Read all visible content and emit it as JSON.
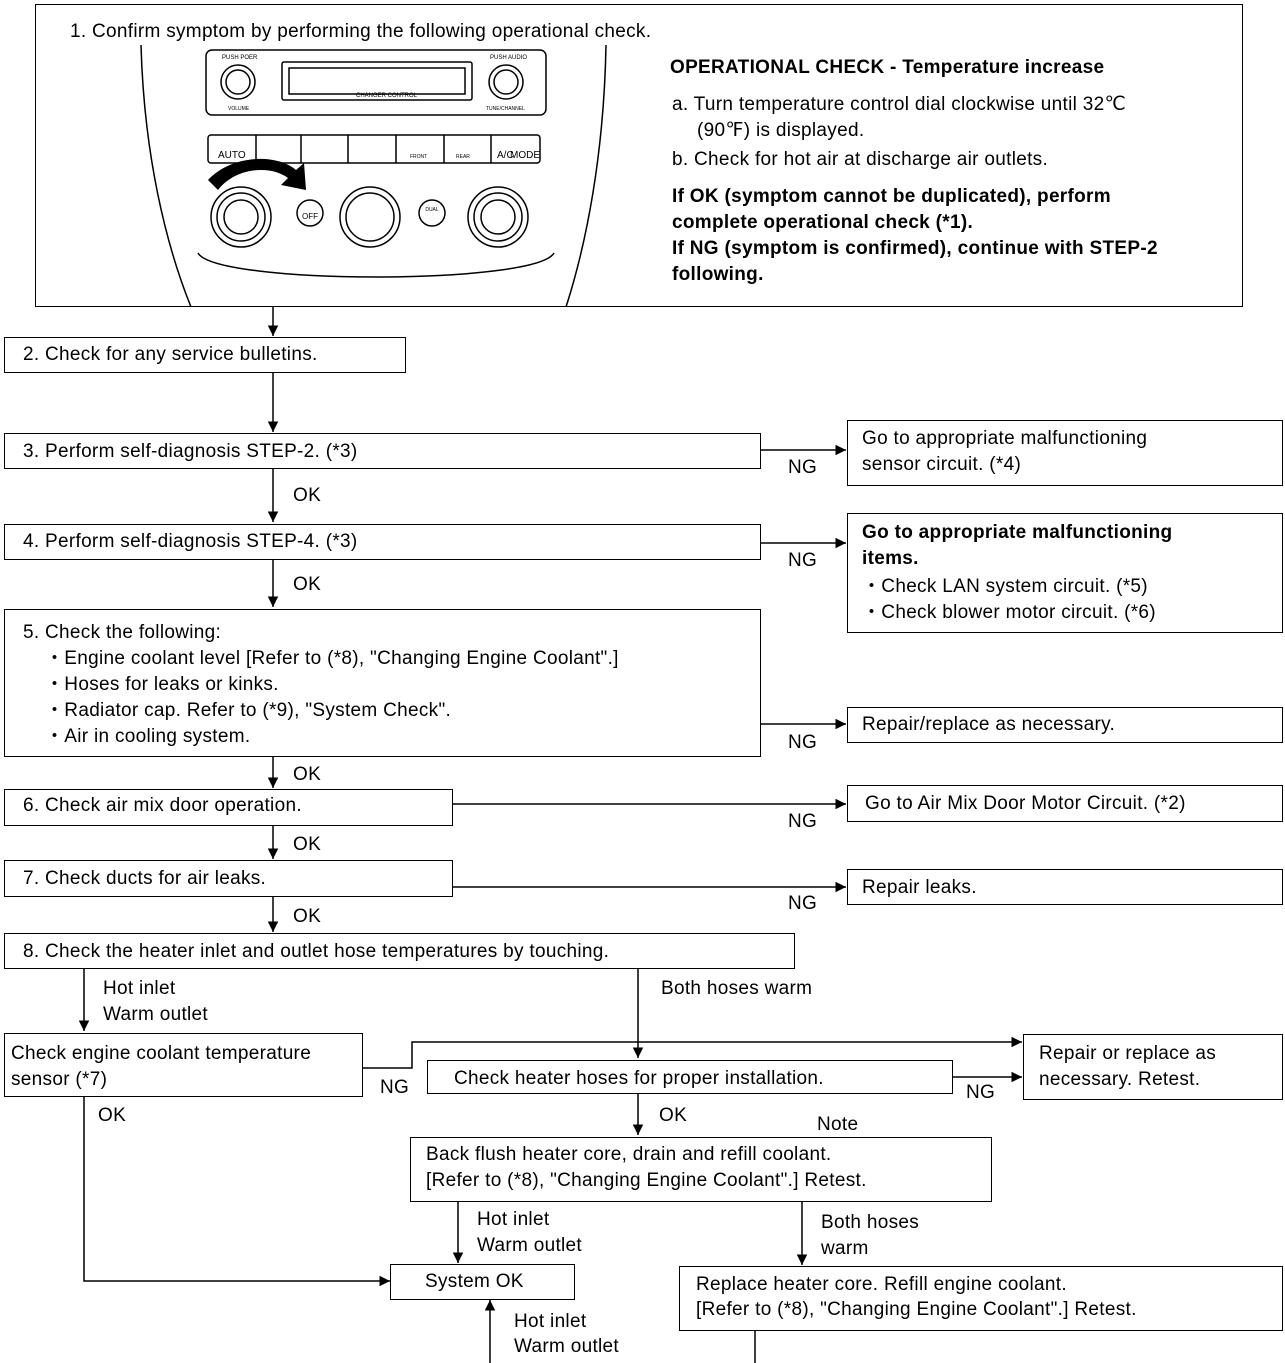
{
  "step1": {
    "title": "1. Confirm symptom by performing the following operational check.",
    "check_heading": "OPERATIONAL CHECK - Temperature increase",
    "check_a_line1": "a. Turn temperature control dial clockwise until 32℃",
    "check_a_line2": "(90℉) is displayed.",
    "check_b": "b. Check for hot air at discharge air outlets.",
    "ok_line1": "If OK (symptom cannot be duplicated), perform",
    "ok_line2": "complete operational check (*1).",
    "ng_line1": "If NG (symptom is confirmed), continue with STEP-2",
    "ng_line2": "following.",
    "panel": {
      "push_power": "PUSH POER",
      "volume": "VOLUME",
      "changer_control": "CHANGER CONTROL",
      "push_audio": "PUSH AUDIO",
      "tune_channel": "TUNE/CHANNEL",
      "btn_auto": "AUTO",
      "btn_front": "FRONT",
      "btn_rear": "REAR",
      "btn_ac": "A/C",
      "btn_mode": "MODE",
      "off": "OFF",
      "dual": "DUAL"
    }
  },
  "step2": "2. Check for any service bulletins.",
  "step3": "3. Perform self-diagnosis STEP-2. (*3)",
  "step3_ng_line1": "Go to appropriate malfunctioning",
  "step3_ng_line2": "sensor circuit. (*4)",
  "step4": "4. Perform self-diagnosis STEP-4. (*3)",
  "step4_ng_title1": "Go to appropriate malfunctioning",
  "step4_ng_title2": "items.",
  "step4_ng_item1": "・Check LAN system circuit. (*5)",
  "step4_ng_item2": "・Check blower motor circuit. (*6)",
  "step5_title": "5.  Check the following:",
  "step5_items": [
    "・Engine coolant level [Refer to (*8), \"Changing Engine Coolant\".]",
    "・Hoses for leaks or kinks.",
    "・Radiator cap. Refer to (*9), \"System Check\".",
    "・Air in cooling system."
  ],
  "step5_ng": "Repair/replace as necessary.",
  "step6": "6. Check air mix door operation.",
  "step6_ng": "Go to Air Mix Door Motor Circuit. (*2)",
  "step7": "7. Check ducts for air leaks.",
  "step7_ng": "Repair leaks.",
  "step8": "8. Check the heater inlet and outlet hose temperatures by touching.",
  "hot_inlet": "Hot inlet",
  "warm_outlet": "Warm outlet",
  "both_hoses_warm": "Both hoses warm",
  "sensor_check_line1": "Check  engine coolant temperature",
  "sensor_check_line2": "sensor (*7)",
  "hose_check": "Check heater hoses for proper installation.",
  "repair_retest_line1": "Repair or replace as",
  "repair_retest_line2": "necessary. Retest.",
  "note": "Note",
  "backflush_line1": "Back flush heater core, drain and refill coolant.",
  "backflush_line2": "[Refer to (*8), \"Changing Engine Coolant\".] Retest.",
  "both_hoses": "Both hoses",
  "warm": "warm",
  "system_ok": "System OK",
  "replace_core_line1": "Replace heater core. Refill engine coolant.",
  "replace_core_line2": "[Refer to (*8), \"Changing Engine Coolant\".] Retest.",
  "ok": "OK",
  "ng": "NG"
}
